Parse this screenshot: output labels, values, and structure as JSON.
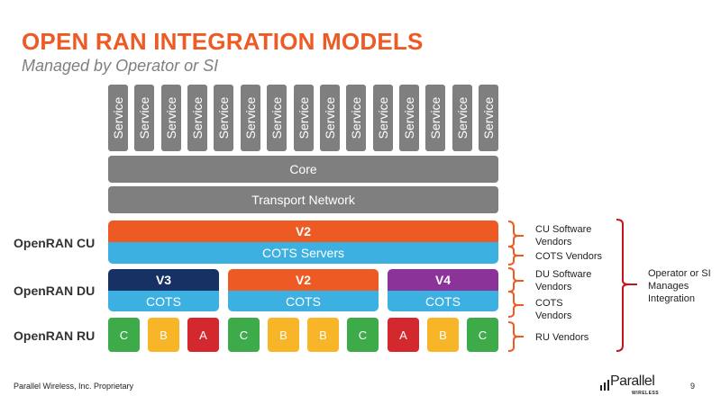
{
  "header": {
    "title": "OPEN RAN INTEGRATION MODELS",
    "subtitle": "Managed by Operator or SI"
  },
  "colors": {
    "accent_orange": "#ee5a24",
    "gray_block": "#7f7f7f",
    "cots_blue": "#3db0e2",
    "v3_navy": "#173165",
    "v4_purple": "#8b3398",
    "ru_green": "#3dab4a",
    "ru_yellow": "#f7b527",
    "ru_red": "#d2282e",
    "bracket_orange": "#ee5a24",
    "bracket_red": "#c0161c"
  },
  "services": [
    "Service",
    "Service",
    "Service",
    "Service",
    "Service",
    "Service",
    "Service",
    "Service",
    "Service",
    "Service",
    "Service",
    "Service",
    "Service",
    "Service",
    "Service"
  ],
  "core_label": "Core",
  "transport_label": "Transport Network",
  "layers": {
    "cu": {
      "label": "OpenRAN CU",
      "software": "V2",
      "hardware": "COTS Servers"
    },
    "du": {
      "label": "OpenRAN DU",
      "units": [
        {
          "software": "V3",
          "hardware": "COTS"
        },
        {
          "software": "V2",
          "hardware": "COTS"
        },
        {
          "software": "V4",
          "hardware": "COTS"
        }
      ]
    },
    "ru": {
      "label": "OpenRAN RU",
      "units": [
        "C",
        "B",
        "A",
        "C",
        "B",
        "B",
        "C",
        "A",
        "B",
        "C"
      ]
    }
  },
  "annotations": {
    "cu_software": "CU Software Vendors",
    "cu_cots": "COTS Vendors",
    "du_software": "DU Software Vendors",
    "du_cots": "COTS Vendors",
    "ru": "RU Vendors",
    "integration": "Operator or SI Manages Integration"
  },
  "footer": {
    "proprietary": "Parallel Wireless, Inc. Proprietary",
    "logo_text": "Parallel",
    "logo_subtext": "WIRELESS",
    "page_number": "9"
  }
}
